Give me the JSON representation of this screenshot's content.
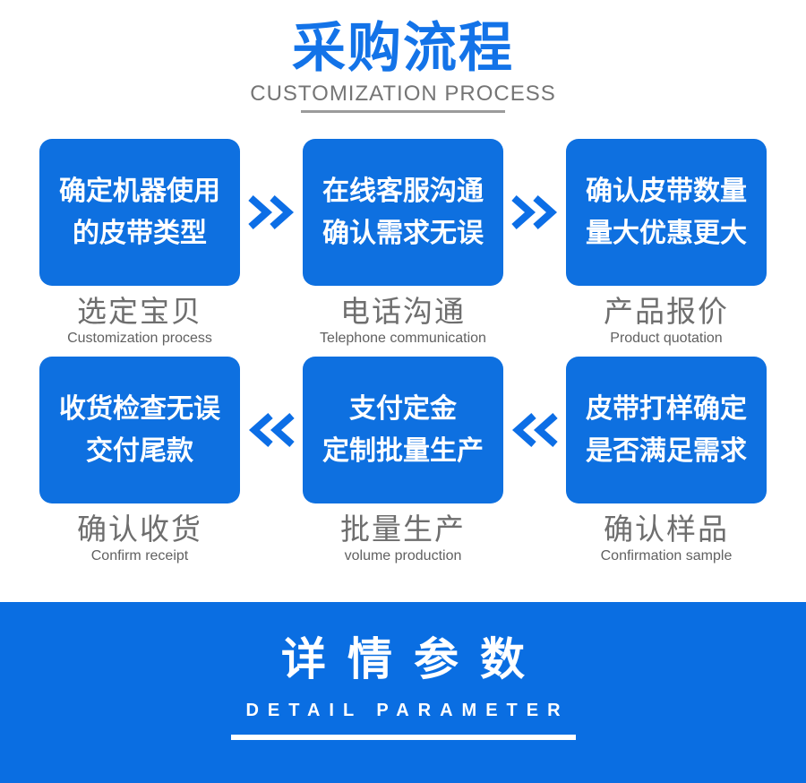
{
  "header": {
    "title": "采购流程",
    "subtitle": "CUSTOMIZATION PROCESS"
  },
  "flow": {
    "rows": [
      {
        "direction": "right",
        "steps": [
          {
            "box_line1": "确定机器使用",
            "box_line2": "的皮带类型",
            "label_cn": "选定宝贝",
            "label_en": "Customization process"
          },
          {
            "box_line1": "在线客服沟通",
            "box_line2": "确认需求无误",
            "label_cn": "电话沟通",
            "label_en": "Telephone communication"
          },
          {
            "box_line1": "确认皮带数量",
            "box_line2": "量大优惠更大",
            "label_cn": "产品报价",
            "label_en": "Product quotation"
          }
        ]
      },
      {
        "direction": "left",
        "steps": [
          {
            "box_line1": "收货检查无误",
            "box_line2": "交付尾款",
            "label_cn": "确认收货",
            "label_en": "Confirm receipt"
          },
          {
            "box_line1": "支付定金",
            "box_line2": "定制批量生产",
            "label_cn": "批量生产",
            "label_en": "volume production"
          },
          {
            "box_line1": "皮带打样确定",
            "box_line2": "是否满足需求",
            "label_cn": "确认样品",
            "label_en": "Confirmation sample"
          }
        ]
      }
    ]
  },
  "banner": {
    "title": "详情参数",
    "subtitle": "DETAIL PARAMETER"
  },
  "icons": {
    "forward": "double-chevron-right",
    "backward": "double-chevron-left"
  },
  "colors": {
    "title_blue": "#1373e8",
    "box_blue": "#0e70e0",
    "arrow_blue": "#0c6ee6",
    "banner_blue": "#0a6ee2",
    "label_gray": "#6e6e6e",
    "sublabel_gray": "#616161",
    "subtitle_gray": "#757575",
    "underline_gray": "#9b9b9b"
  }
}
